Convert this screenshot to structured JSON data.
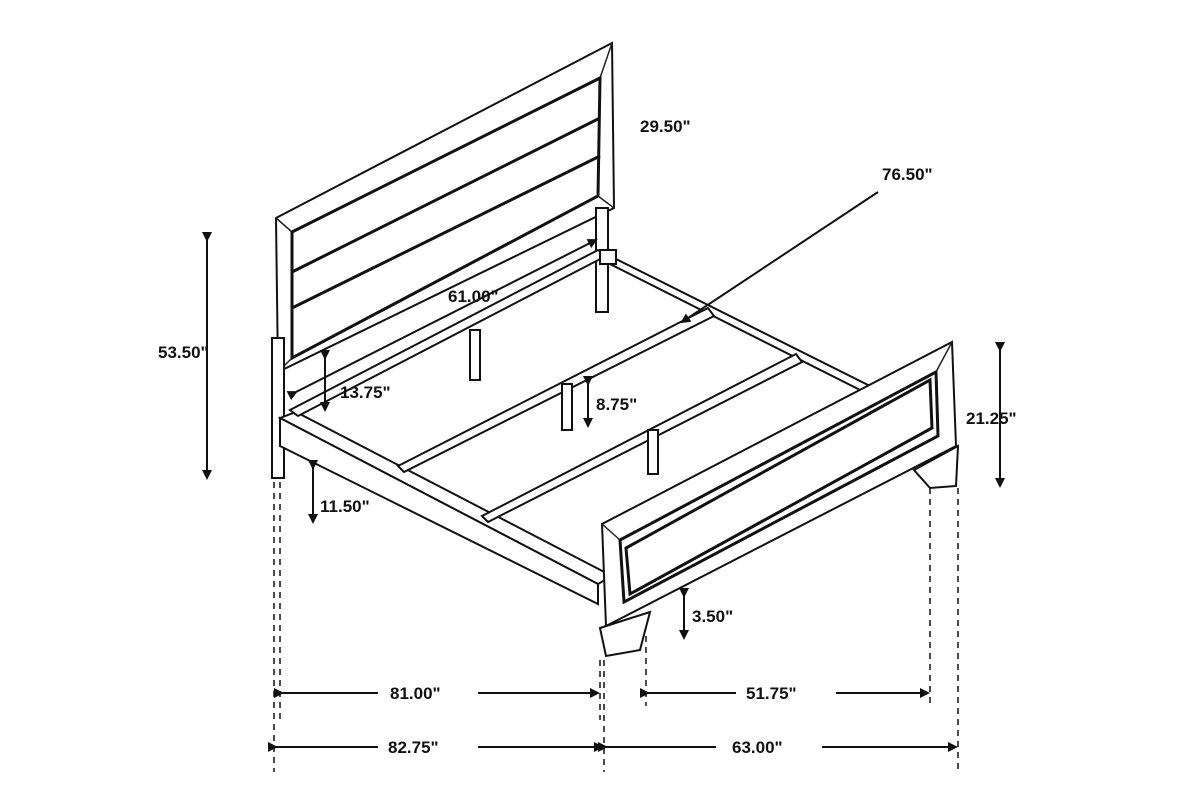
{
  "dimensions": {
    "headboard_width": "29.50\"",
    "frame_length": "76.50\"",
    "inner_width": "61.00\"",
    "total_height": "53.50\"",
    "rail_clearance": "13.75\"",
    "slat_height": "8.75\"",
    "side_height": "11.50\"",
    "footboard_height": "21.25\"",
    "foot_height": "3.50\"",
    "inner_length": "81.00\"",
    "outer_length": "82.75\"",
    "inner_depth": "51.75\"",
    "outer_width": "63.00\""
  }
}
